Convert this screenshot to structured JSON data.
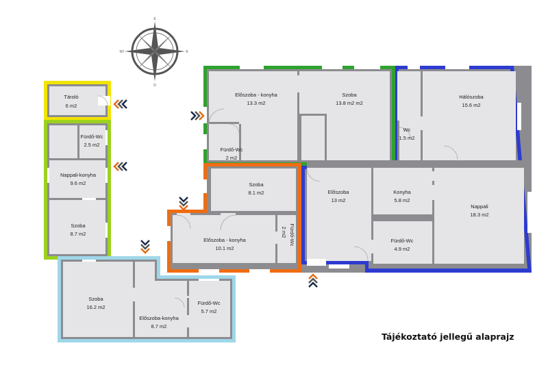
{
  "caption": "Tájékoztató jellegű alaprajz",
  "compass": {
    "labels": {
      "n": "É",
      "s": "D",
      "e": "K",
      "w": "NY"
    }
  },
  "units": [
    {
      "name": "unit-yellow",
      "color": "#f2e400"
    },
    {
      "name": "unit-lime",
      "color": "#9cd11e"
    },
    {
      "name": "unit-lightblue",
      "color": "#9fd7ea"
    },
    {
      "name": "unit-green",
      "color": "#2fa22f"
    },
    {
      "name": "unit-orange",
      "color": "#ef6c12"
    },
    {
      "name": "unit-blue",
      "color": "#2d3bd0"
    }
  ],
  "rooms": [
    {
      "key": "taroló",
      "name": "Tároló",
      "area": "6 m2"
    },
    {
      "key": "furdo1",
      "name": "Fürdő-Wc",
      "area": "2.5 m2"
    },
    {
      "key": "nappalikonyha1",
      "name": "Nappali-konyha",
      "area": "9.6 m2"
    },
    {
      "key": "szoba1",
      "name": "Szoba",
      "area": "8.7 m2"
    },
    {
      "key": "szoba2",
      "name": "Szoba",
      "area": "16.2 m2"
    },
    {
      "key": "eloszobakonyha1",
      "name": "Előszoba-konyha",
      "area": "8.7 m2"
    },
    {
      "key": "furdo2",
      "name": "Fürdő-Wc",
      "area": "5.7 m2"
    },
    {
      "key": "eloszobakonyha2",
      "name": "Előszoba - konyha",
      "area": "13.3 m2"
    },
    {
      "key": "szoba3",
      "name": "Szoba",
      "area": "13.8 m2 m2"
    },
    {
      "key": "furdo3",
      "name": "Fürdő-Wc",
      "area": "2 m2"
    },
    {
      "key": "szoba4",
      "name": "Szoba",
      "area": "8.1 m2"
    },
    {
      "key": "eloszobakonyha3",
      "name": "Előszoba - konyha",
      "area": "10.1 m2"
    },
    {
      "key": "furdo4",
      "name": "Fürdő-Wc",
      "area": "2 m2"
    },
    {
      "key": "haloszoba",
      "name": "Hálószoba",
      "area": "15.6 m2"
    },
    {
      "key": "wc",
      "name": "Wc",
      "area": "1.5 m2"
    },
    {
      "key": "eloszoba",
      "name": "Előszoba",
      "area": "13 m2"
    },
    {
      "key": "konyha",
      "name": "Konyha",
      "area": "5.8 m2"
    },
    {
      "key": "nappali",
      "name": "Nappali",
      "area": "18.3 m2"
    },
    {
      "key": "furdo5",
      "name": "Fürdő-Wc",
      "area": "4.9 m2"
    }
  ]
}
